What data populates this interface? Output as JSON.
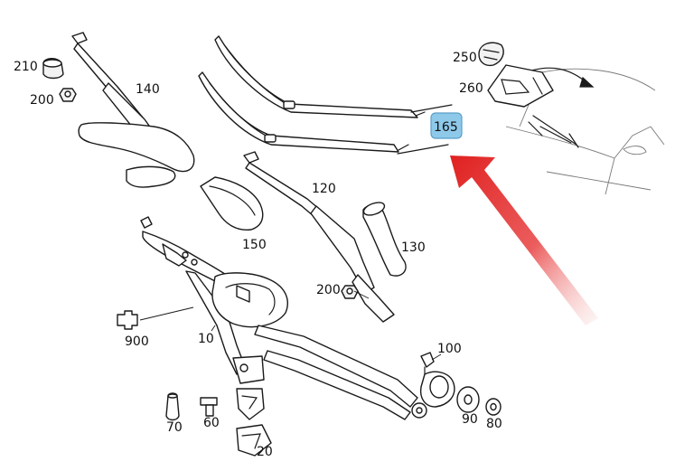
{
  "labels": {
    "p210": "210",
    "p200a": "200",
    "p140": "140",
    "p250": "250",
    "p260": "260",
    "p165": "165",
    "p120": "120",
    "p150": "150",
    "p130": "130",
    "p200b": "200",
    "p900": "900",
    "p10": "10",
    "p100": "100",
    "p70": "70",
    "p60": "60",
    "p90": "90",
    "p80": "80",
    "p20": "20"
  },
  "colors": {
    "highlight_fill": "#8ec9ea",
    "highlight_stroke": "#5a9fc7",
    "arrow": "#e02020",
    "line": "#1a1a1a"
  }
}
